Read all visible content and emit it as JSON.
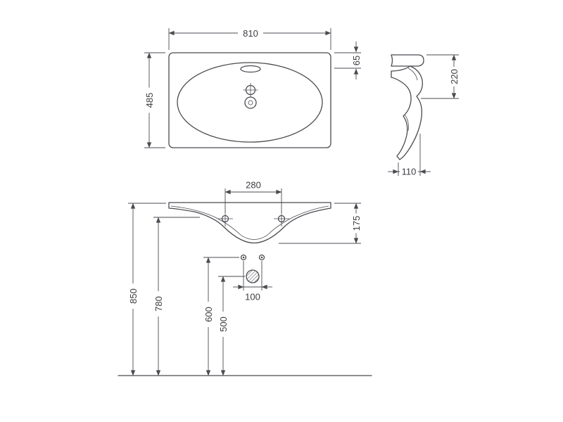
{
  "drawing": {
    "colors": {
      "line": "#4a4b50",
      "text": "#3c3d42",
      "background": "#ffffff"
    },
    "views": {
      "top": {
        "width": "810",
        "depth": "485",
        "tap_offset": "65"
      },
      "side": {
        "section_height": "220",
        "base_depth": "110"
      },
      "front": {
        "tap_spacing": "280",
        "basin_depth": "175",
        "rim_height": "850",
        "underside_height": "780",
        "fixing_height": "600",
        "drain_height": "500",
        "fixing_spacing": "100"
      }
    }
  }
}
